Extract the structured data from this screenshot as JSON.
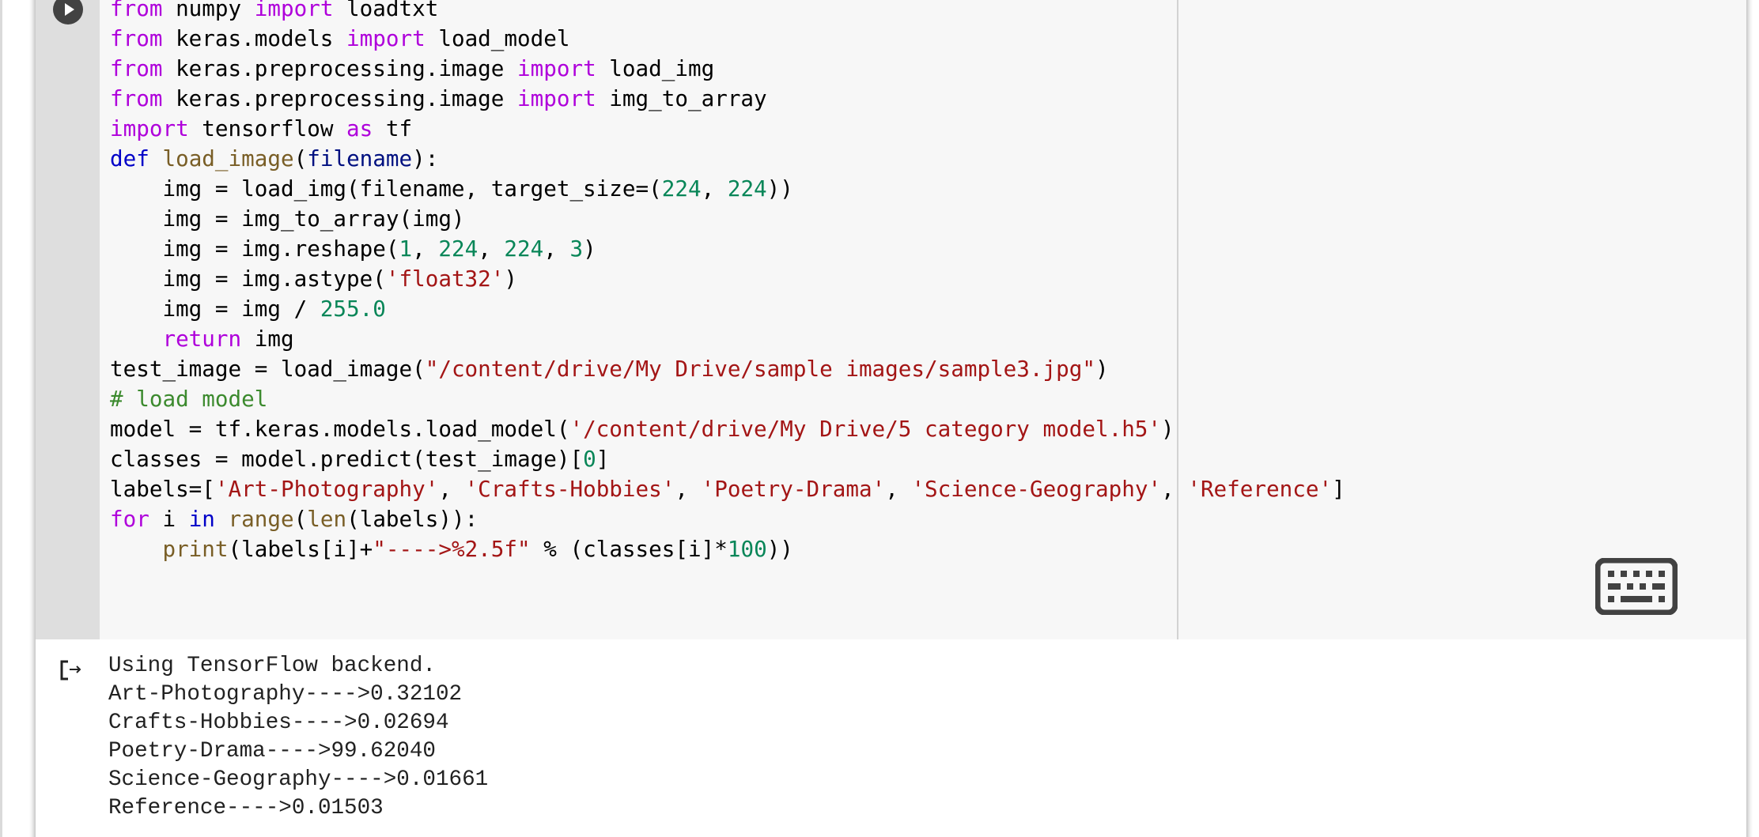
{
  "cell": {
    "run_button_label": "Run cell",
    "keyboard_button_label": "Show keyboard",
    "ruler_column": 80,
    "code_lines": [
      [
        {
          "t": "kw",
          "v": "from"
        },
        {
          "t": "",
          "v": " numpy "
        },
        {
          "t": "kw",
          "v": "import"
        },
        {
          "t": "",
          "v": " loadtxt"
        }
      ],
      [
        {
          "t": "kw",
          "v": "from"
        },
        {
          "t": "",
          "v": " keras.models "
        },
        {
          "t": "kw",
          "v": "import"
        },
        {
          "t": "",
          "v": " load_model"
        }
      ],
      [
        {
          "t": "kw",
          "v": "from"
        },
        {
          "t": "",
          "v": " keras.preprocessing.image "
        },
        {
          "t": "kw",
          "v": "import"
        },
        {
          "t": "",
          "v": " load_img"
        }
      ],
      [
        {
          "t": "kw",
          "v": "from"
        },
        {
          "t": "",
          "v": " keras.preprocessing.image "
        },
        {
          "t": "kw",
          "v": "import"
        },
        {
          "t": "",
          "v": " img_to_array"
        }
      ],
      [
        {
          "t": "kw",
          "v": "import"
        },
        {
          "t": "",
          "v": " tensorflow "
        },
        {
          "t": "kw",
          "v": "as"
        },
        {
          "t": "",
          "v": " tf"
        }
      ],
      [
        {
          "t": "kw2",
          "v": "def"
        },
        {
          "t": "",
          "v": " "
        },
        {
          "t": "fn",
          "v": "load_image"
        },
        {
          "t": "",
          "v": "("
        },
        {
          "t": "param",
          "v": "filename"
        },
        {
          "t": "",
          "v": "):"
        }
      ],
      [
        {
          "t": "",
          "v": "    img = load_img(filename, target_size=("
        },
        {
          "t": "num",
          "v": "224"
        },
        {
          "t": "",
          "v": ", "
        },
        {
          "t": "num",
          "v": "224"
        },
        {
          "t": "",
          "v": "))"
        }
      ],
      [
        {
          "t": "",
          "v": "    img = img_to_array(img)"
        }
      ],
      [
        {
          "t": "",
          "v": "    img = img.reshape("
        },
        {
          "t": "num",
          "v": "1"
        },
        {
          "t": "",
          "v": ", "
        },
        {
          "t": "num",
          "v": "224"
        },
        {
          "t": "",
          "v": ", "
        },
        {
          "t": "num",
          "v": "224"
        },
        {
          "t": "",
          "v": ", "
        },
        {
          "t": "num",
          "v": "3"
        },
        {
          "t": "",
          "v": ")"
        }
      ],
      [
        {
          "t": "",
          "v": "    img = img.astype("
        },
        {
          "t": "str",
          "v": "'float32'"
        },
        {
          "t": "",
          "v": ")"
        }
      ],
      [
        {
          "t": "",
          "v": "    img = img / "
        },
        {
          "t": "num",
          "v": "255.0"
        }
      ],
      [
        {
          "t": "",
          "v": "    "
        },
        {
          "t": "kw",
          "v": "return"
        },
        {
          "t": "",
          "v": " img"
        }
      ],
      [
        {
          "t": "",
          "v": "test_image = load_image("
        },
        {
          "t": "str",
          "v": "\"/content/drive/My Drive/sample images/sample3.jpg\""
        },
        {
          "t": "",
          "v": ")"
        }
      ],
      [
        {
          "t": "com",
          "v": "# load model"
        }
      ],
      [
        {
          "t": "",
          "v": "model = tf.keras.models.load_model("
        },
        {
          "t": "str",
          "v": "'/content/drive/My Drive/5 category model.h5'"
        },
        {
          "t": "",
          "v": ")"
        }
      ],
      [
        {
          "t": "",
          "v": "classes = model.predict(test_image)["
        },
        {
          "t": "num",
          "v": "0"
        },
        {
          "t": "",
          "v": "]"
        }
      ],
      [
        {
          "t": "",
          "v": "labels=["
        },
        {
          "t": "str",
          "v": "'Art-Photography'"
        },
        {
          "t": "",
          "v": ", "
        },
        {
          "t": "str",
          "v": "'Crafts-Hobbies'"
        },
        {
          "t": "",
          "v": ", "
        },
        {
          "t": "str",
          "v": "'Poetry-Drama'"
        },
        {
          "t": "",
          "v": ", "
        },
        {
          "t": "str",
          "v": "'Science-Geography'"
        },
        {
          "t": "",
          "v": ", "
        },
        {
          "t": "str",
          "v": "'Reference'"
        },
        {
          "t": "",
          "v": "]"
        }
      ],
      [
        {
          "t": "kw",
          "v": "for"
        },
        {
          "t": "",
          "v": " i "
        },
        {
          "t": "kw2",
          "v": "in"
        },
        {
          "t": "",
          "v": " "
        },
        {
          "t": "fn",
          "v": "range"
        },
        {
          "t": "",
          "v": "("
        },
        {
          "t": "fn",
          "v": "len"
        },
        {
          "t": "",
          "v": "(labels)):"
        }
      ],
      [
        {
          "t": "",
          "v": "    "
        },
        {
          "t": "fn",
          "v": "print"
        },
        {
          "t": "",
          "v": "(labels[i]+"
        },
        {
          "t": "str",
          "v": "\"---->%2.5f\""
        },
        {
          "t": "",
          "v": " % (classes[i]*"
        },
        {
          "t": "num",
          "v": "100"
        },
        {
          "t": "",
          "v": "))"
        }
      ]
    ]
  },
  "output": {
    "icon": "output-redirect-icon",
    "lines": [
      "Using TensorFlow backend.",
      "Art-Photography---->0.32102",
      "Crafts-Hobbies---->0.02694",
      "Poetry-Drama---->99.62040",
      "Science-Geography---->0.01661",
      "Reference---->0.01503"
    ]
  },
  "colors": {
    "keyword": "#af00db",
    "def_keyword": "#0000c8",
    "function": "#795e26",
    "parameter": "#001080",
    "string": "#a31515",
    "number": "#098658",
    "comment": "#3c8a2e",
    "code_background": "#f7f7f7",
    "gutter_background": "#dedede",
    "run_button": "#424242"
  }
}
